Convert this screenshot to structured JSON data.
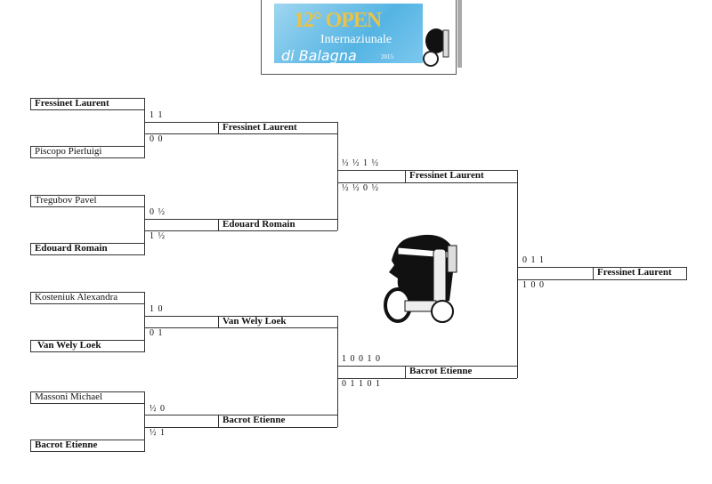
{
  "header": {
    "logo_line1": "12° OPEN",
    "logo_line2": "Internaziunale",
    "logo_line3": "di Balagna",
    "logo_year": "2015"
  },
  "round1": [
    {
      "top": "Fressinet Laurent",
      "top_bold": true,
      "bottom": "Piscopo Pierluigi",
      "bottom_bold": false,
      "score_top": "1  1",
      "score_bottom": "0  0",
      "winner": "Fressinet Laurent"
    },
    {
      "top": "Tregubov Pavel",
      "top_bold": false,
      "bottom": "Edouard Romain",
      "bottom_bold": true,
      "score_top": "0   ½",
      "score_bottom": "1   ½",
      "winner": "Edouard Romain"
    },
    {
      "top": "Kosteniuk Alexandra",
      "top_bold": false,
      "bottom": "Van Wely Loek",
      "bottom_bold": true,
      "score_top": "1  0",
      "score_bottom": "0  1",
      "winner": "Van Wely Loek"
    },
    {
      "top": "Massoni Michael",
      "top_bold": false,
      "bottom": "Bacrot Etienne",
      "bottom_bold": true,
      "score_top": "½   0",
      "score_bottom": "½  1",
      "winner": "Bacrot Etienne"
    }
  ],
  "semis": [
    {
      "score_top": "½   ½  1  ½",
      "score_bottom": "½   ½  0   ½",
      "winner": "Fressinet Laurent"
    },
    {
      "score_top": "1  0  0  1  0",
      "score_bottom": "0  1  1  0  1",
      "winner": "Bacrot Etienne"
    }
  ],
  "final": {
    "score_top": "0  1  1",
    "score_bottom": "1  0  0",
    "winner": "Fressinet Laurent"
  }
}
